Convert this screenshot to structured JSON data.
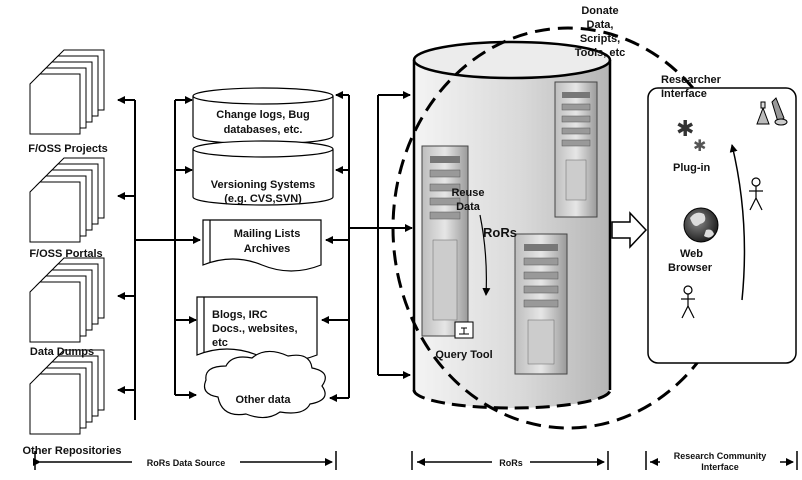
{
  "sources": {
    "projects": "F/OSS Projects",
    "portals": "F/OSS Portals",
    "dumps": "Data Dumps",
    "other_repos": "Other Repositories"
  },
  "stores": {
    "changelogs": [
      "Change logs, Bug",
      "databases,  etc."
    ],
    "versioning": [
      "Versioning Systems",
      "(e.g. CVS,SVN)"
    ],
    "mailing": [
      "Mailing Lists",
      "Archives"
    ],
    "blogs": [
      "Blogs, IRC",
      "Docs., websites,",
      "etc"
    ],
    "other_data": "Other data"
  },
  "center": {
    "reuse": [
      "Reuse",
      "Data"
    ],
    "rors": "RoRs",
    "query_tool": "Query Tool"
  },
  "donate": [
    "Donate",
    "Data,",
    "Scripts,",
    "Tools, etc"
  ],
  "researcher": {
    "interface": [
      "Researcher",
      "Interface"
    ],
    "plugin": "Plug-in",
    "web_browser": [
      "Web",
      "Browser"
    ]
  },
  "bottom": {
    "data_source": "RoRs Data Source",
    "rors": "RoRs",
    "community": [
      "Research Community",
      "Interface"
    ]
  }
}
